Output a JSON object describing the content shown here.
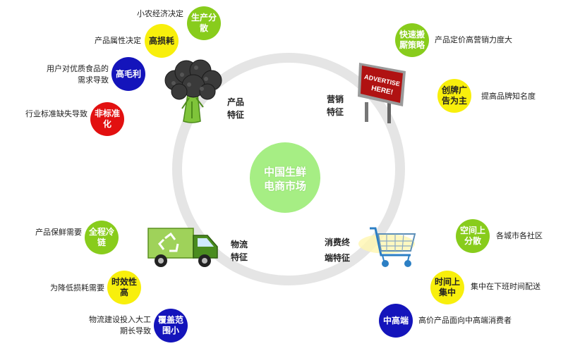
{
  "center": {
    "line1": "中国生鲜",
    "line2": "电商市场"
  },
  "categories": {
    "product": {
      "line1": "产品",
      "line2": "特征"
    },
    "marketing": {
      "line1": "营销",
      "line2": "特征"
    },
    "logistics": {
      "line1": "物流",
      "line2": "特征"
    },
    "consumer": {
      "line1": "消费终",
      "line2": "端特征"
    }
  },
  "product_items": [
    {
      "tag": "生产分散",
      "desc": "小农经济决定",
      "color": "#88cc1c"
    },
    {
      "tag": "高损耗",
      "desc": "产品属性决定",
      "color": "#f8ef0c"
    },
    {
      "tag": "高毛利",
      "desc": "用户对优质食品的需求导致",
      "color": "#1414bb"
    },
    {
      "tag": "非标准化",
      "desc": "行业标准缺失导致",
      "color": "#e21010"
    }
  ],
  "marketing_items": [
    {
      "tag": "快速搬厮策略",
      "desc": "产品定价高营销力度大",
      "color": "#88cc1c"
    },
    {
      "tag": "创牌广告为主",
      "desc": "提高品牌知名度",
      "color": "#f8ef0c"
    }
  ],
  "logistics_items": [
    {
      "tag": "全程冷链",
      "desc": "产品保鲜需要",
      "color": "#88cc1c"
    },
    {
      "tag": "时效性高",
      "desc": "为降低损耗需要",
      "color": "#f8ef0c"
    },
    {
      "tag": "覆盖范围小",
      "desc": "物流建设投入大工期长导致",
      "color": "#1414bb"
    }
  ],
  "consumer_items": [
    {
      "tag": "空间上分散",
      "desc": "各城市各社区",
      "color": "#88cc1c"
    },
    {
      "tag": "时间上集中",
      "desc": "集中在下班时间配送",
      "color": "#f8ef0c"
    },
    {
      "tag": "中高端",
      "desc": "高价产品面向中高端消费者",
      "color": "#1414bb"
    }
  ],
  "billboard_text": {
    "line1": "ADVERTISE",
    "line2": "HERE!"
  },
  "icons": [
    "broccoli-icon",
    "billboard-icon",
    "truck-recycle-icon",
    "shopping-cart-icon"
  ]
}
